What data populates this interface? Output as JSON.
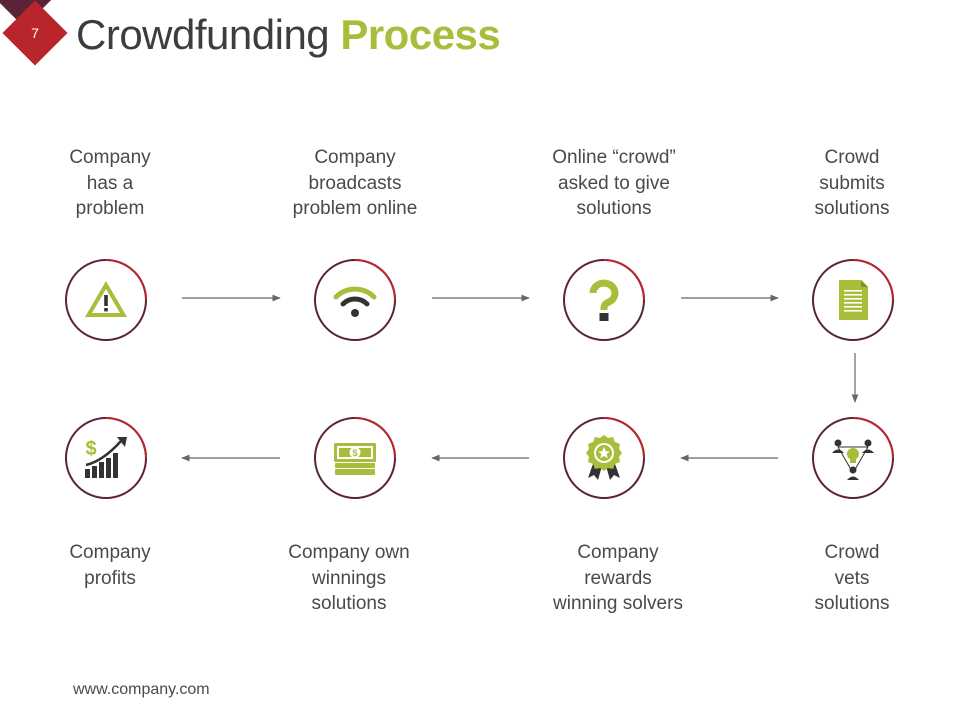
{
  "slide": {
    "number": "7",
    "title_part1": "Crowdfunding ",
    "title_part2": "Process",
    "footer": "www.company.com"
  },
  "colors": {
    "accent_green": "#a6be3a",
    "ring_dark": "#5a2438",
    "ring_red": "#b8262c",
    "badge": "#b8262c",
    "text": "#3d3d3d",
    "arrow": "#666666"
  },
  "steps": [
    {
      "label_lines": [
        "Company",
        "has a",
        "problem"
      ],
      "icon": "warning-icon"
    },
    {
      "label_lines": [
        "Company",
        "broadcasts",
        "problem online"
      ],
      "icon": "wifi-icon"
    },
    {
      "label_lines": [
        "Online “crowd”",
        "asked to give",
        "solutions"
      ],
      "icon": "question-icon"
    },
    {
      "label_lines": [
        "Crowd",
        "submits",
        "solutions"
      ],
      "icon": "document-icon"
    },
    {
      "label_lines": [
        "Crowd",
        "vets",
        "solutions"
      ],
      "icon": "team-idea-icon"
    },
    {
      "label_lines": [
        "Company",
        "rewards",
        "winning solvers"
      ],
      "icon": "award-ribbon-icon"
    },
    {
      "label_lines": [
        "Company own",
        "winnings",
        "solutions"
      ],
      "icon": "money-stack-icon"
    },
    {
      "label_lines": [
        "Company",
        "profits"
      ],
      "icon": "profit-chart-icon"
    }
  ]
}
